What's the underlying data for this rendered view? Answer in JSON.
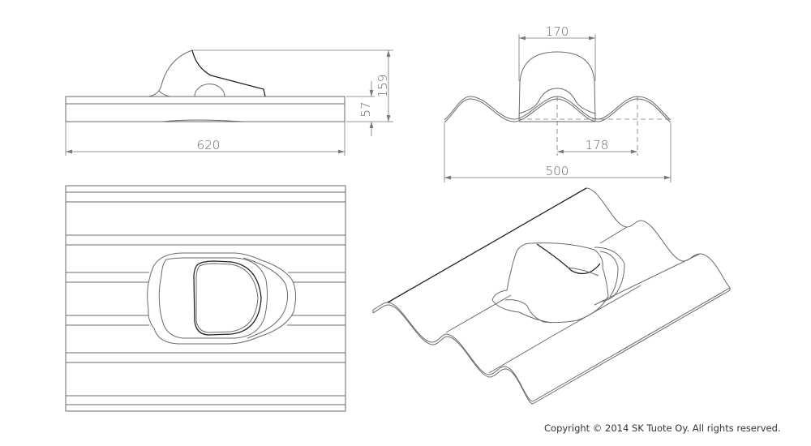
{
  "side_view": {
    "dim_length": "620",
    "dim_total_height": "159",
    "dim_sheet_height": "57"
  },
  "front_view": {
    "dim_collar_width": "170",
    "dim_pitch": "178",
    "dim_width": "500"
  },
  "copyright": "Copyright © 2014 SK Tuote Oy. All rights reserved.",
  "colors": {
    "line": "#6a6a6a",
    "dimension": "#777777"
  }
}
